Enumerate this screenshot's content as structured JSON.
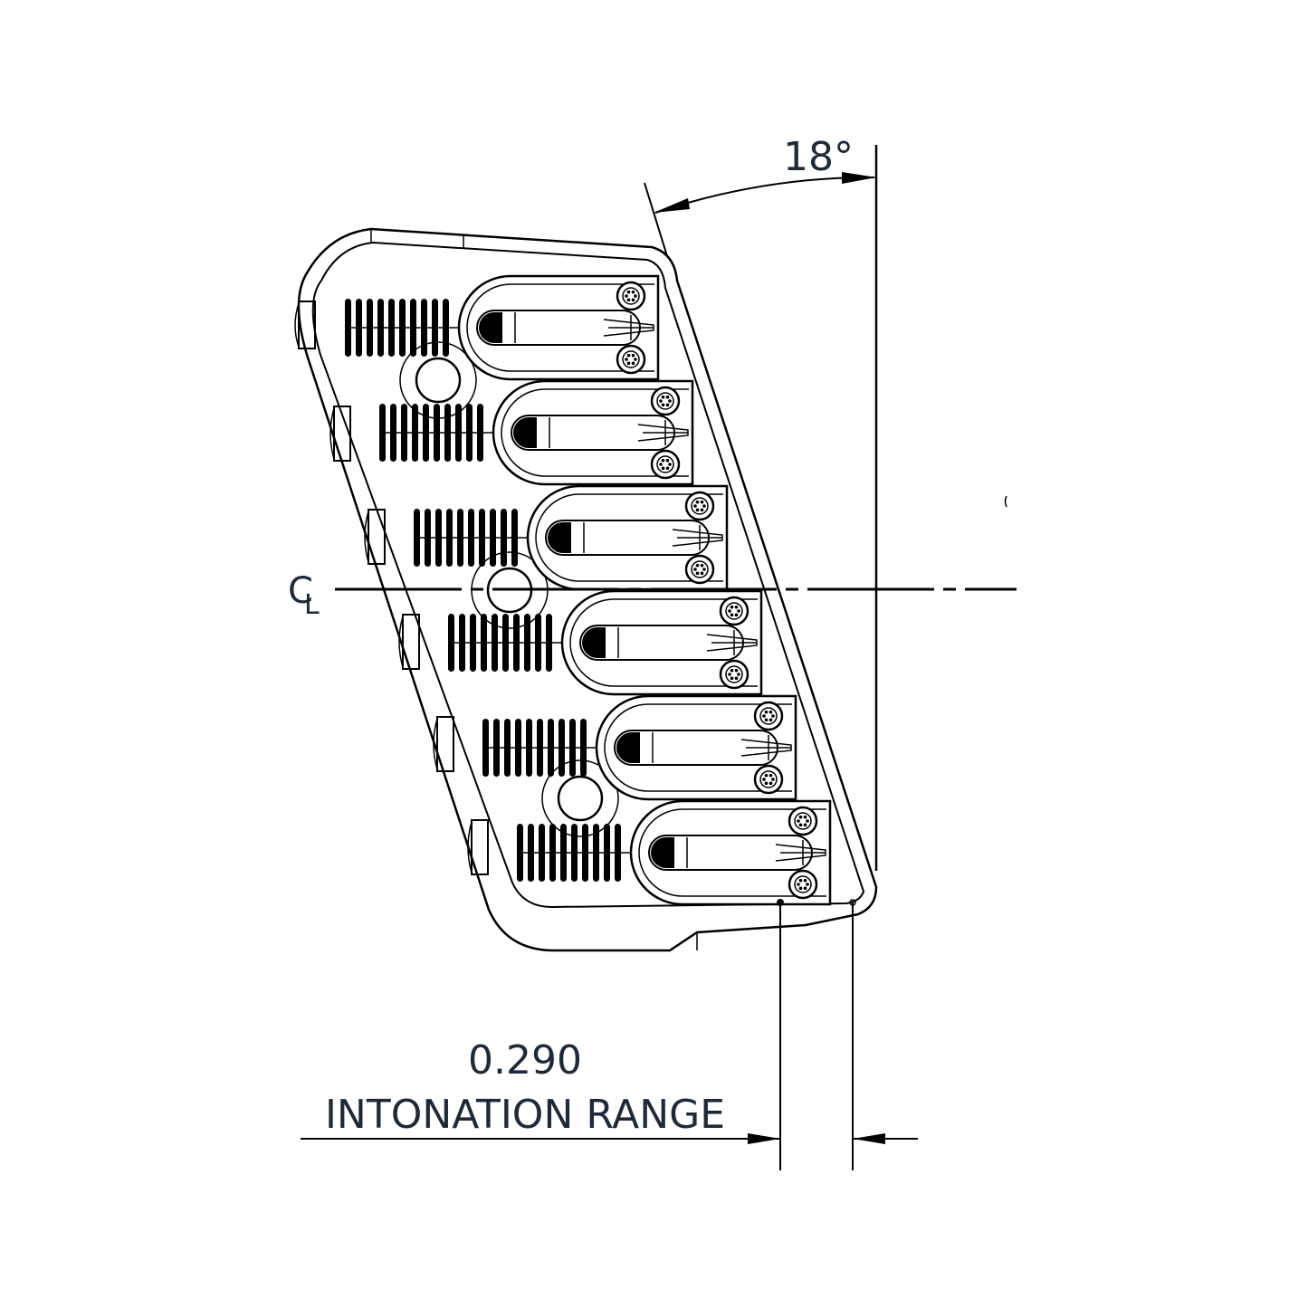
{
  "drawing": {
    "angle_label": "18°",
    "centerline_label": "CL",
    "intonation_value": "0.290",
    "intonation_label": "INTONATION RANGE",
    "saddle_count": 6,
    "spring_coils_per_saddle": 10,
    "colors": {
      "line": "#000000",
      "text": "#1e2a3a",
      "background": "#ffffff"
    }
  }
}
